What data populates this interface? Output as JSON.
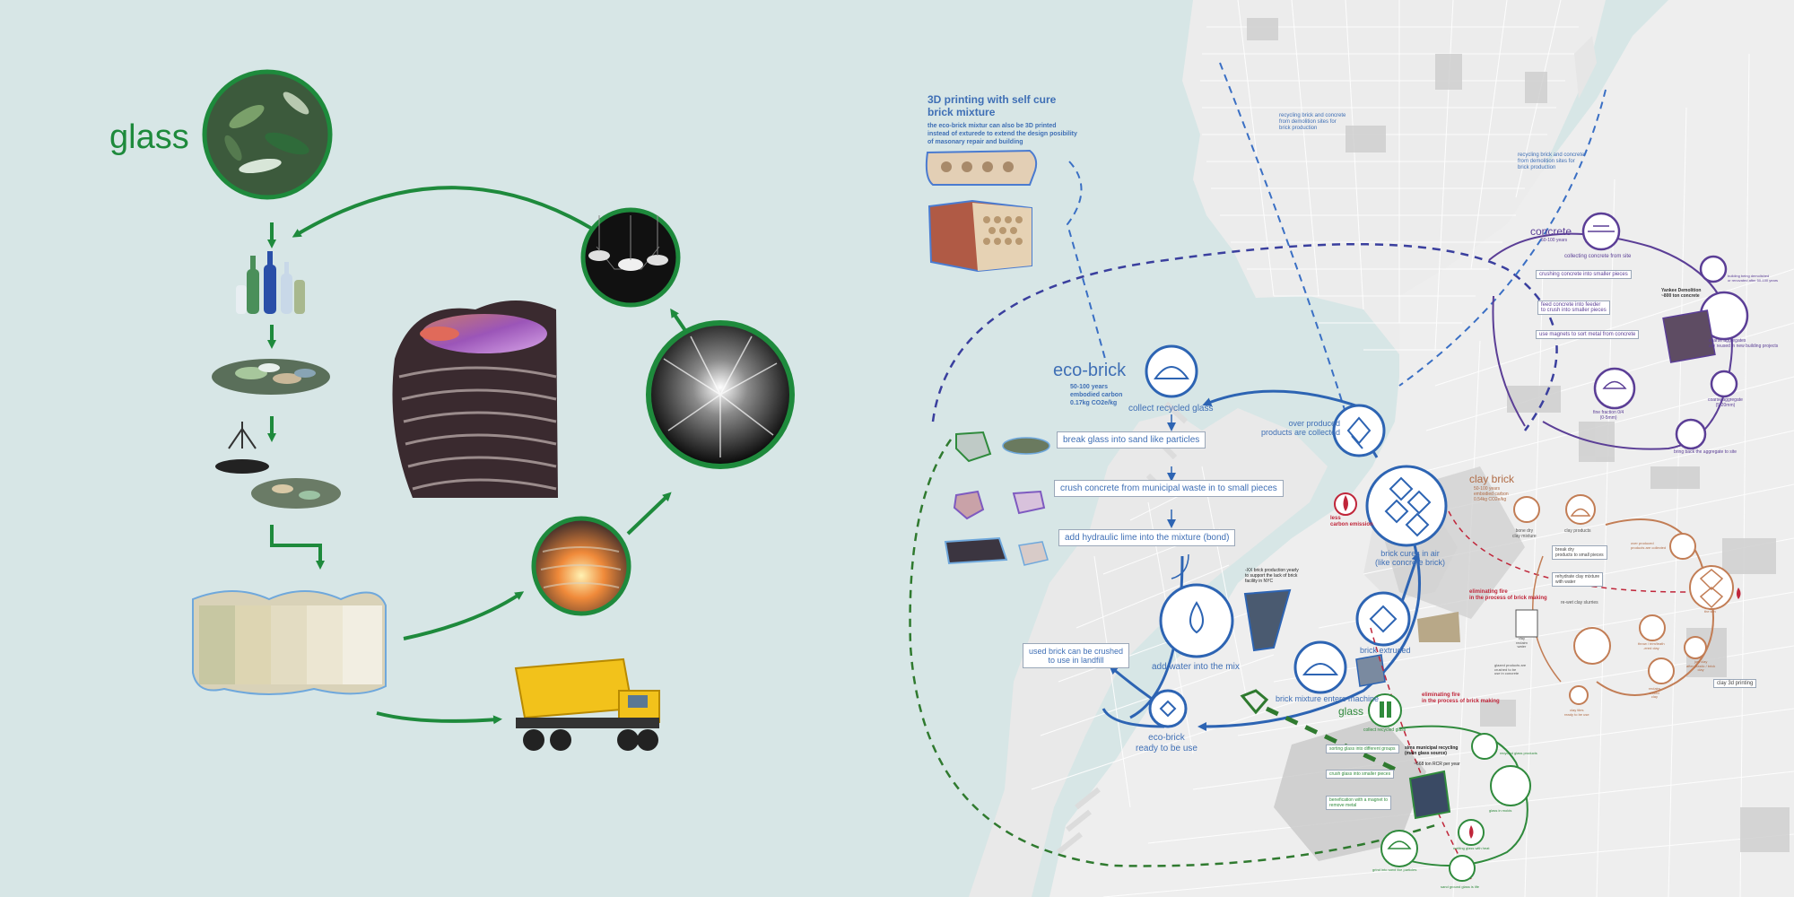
{
  "left_panel": {
    "title": "glass"
  },
  "printing": {
    "title_line1": "3D printing with self cure",
    "title_line2": "brick mixture",
    "desc_line1": "the eco-brick mixtur can also be 3D printed",
    "desc_line2": "instead of exturede to extend the design posibility",
    "desc_line3": "of masonary repair and building"
  },
  "eco_brick": {
    "title": "eco-brick",
    "sub1": "50-100 years",
    "sub2": "embodied carbon",
    "sub3": "0.17kg CO2e/kg",
    "collect": "collect recycled glass",
    "step1": "break glass into sand like particles",
    "step2": "crush concrete from municipal waste in to small pieces",
    "step3": "add hydraulic lime into the mixture (bond)",
    "over1": "over produced",
    "over2": "products are collected",
    "cures1": "brick cures in air",
    "cures2": "(like concrete brick)",
    "water": "add water into the mix",
    "machine": "brick mixture enters machine",
    "extruded": "brick extruded",
    "ready1": "eco-brick",
    "ready2": "ready to be use",
    "landfill1": "used brick can be crushed",
    "landfill2": "to use in landfill",
    "carbon1": "less",
    "carbon2": "carbon emission",
    "production1": "-XX brick production yearly",
    "production2": "to support the lack of brick",
    "production3": "facility in NYC",
    "fire1": "eliminating fire",
    "fire2": "in the process of brick making"
  },
  "map_notes": {
    "recycle1_l1": "recycling brick and concrete",
    "recycle1_l2": "from demolition sites for",
    "recycle1_l3": "brick production",
    "recycle2_l1": "recycling brick and concrete",
    "recycle2_l2": "from demolition sites for",
    "recycle2_l3": "brick production"
  },
  "concrete": {
    "title": "concrete",
    "sub": "50-100 years",
    "collecting": "collecting concrete from site",
    "step1": "crushing concrete into smaller pieces",
    "step2_l1": "feed concrete into feeder",
    "step2_l2": "to crush into smaller pieces",
    "step3": "use magnets to sort metal from concrete",
    "yankee1": "Yankee Demolition",
    "yankee2": "~800 ton concrete",
    "fine1": "fine fraction 0/4",
    "fine2": "(0-5mm)",
    "coarse1": "coarse aggregate",
    "coarse2": "(5-20mm)",
    "coarse_reuse1": "coarse aggregates",
    "coarse_reuse2": "are reused in new building projects",
    "bring": "bring back the aggregate to site",
    "demolished1": "building being demolished",
    "demolished2": "or renovated after 50-100 years"
  },
  "clay": {
    "title": "clay brick",
    "sub1": "50-100 years",
    "sub2": "embodied carbon",
    "sub3": "0.54kg CO2e/kg",
    "bone1": "bone dry",
    "bone2": "clay mixture",
    "products": "clay products",
    "break1": "break dry",
    "break2": "products to small pieces",
    "rehydrate1": "rehydrate clay mixture",
    "rehydrate2": "with water",
    "rewet": "re-wet clay slurries",
    "reclaim1": "clay",
    "reclaim2": "reclaim",
    "reclaim3": "water",
    "glazed1": "glazed products are",
    "glazed2": "crushed to be",
    "glazed3": "use in concrete",
    "overproduced1": "over produced",
    "overproduced2": "products are collected",
    "kiln": "the kiln",
    "leather1": "throw / trim/leath",
    "leather2": "-ered clay",
    "plastic1": "just clay",
    "plastic2": "after plastic / brick",
    "plastic3": "clay",
    "reclaimed1": "reclaim",
    "reclaimed2": "mixed",
    "reclaimed3": "clay",
    "tiles1": "clay tiles",
    "tiles2": "ready to be use",
    "print3d": "clay 3d printing"
  },
  "glass_cycle": {
    "title": "glass",
    "collect": "collect recycled glass",
    "sorting": "sorting glass into different groups",
    "crush": "crush glass into smaller pieces",
    "benefit1": "benefication with a magnet to",
    "benefit2": "remove metal",
    "sims1": "sims municipal recycling",
    "sims2": "(main glass source)",
    "tons": "~668 ton RCR per year",
    "melting": "melting glass with heat",
    "recycled_p": "recycled glass products",
    "sand1": "grind into sand like particles",
    "sand2": "sand ground glass is life",
    "green_glass": "glass in molds"
  },
  "colors": {
    "background": "#d7e6e6",
    "glass_green": "#1e8a3c",
    "eco_blue": "#3f6fb5",
    "concrete_purple": "#5b3e96",
    "clay_brown": "#c27d55",
    "fire_red": "#c0263a"
  }
}
